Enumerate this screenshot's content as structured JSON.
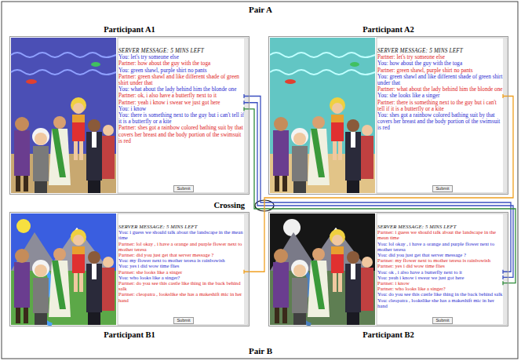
{
  "diagram": {
    "nodes": [
      {
        "text": [
          "Participant A1"
        ]
      },
      {
        "text": [
          "SERVER MESSAGE: 5 MINS LEFT"
        ],
        "in": 0
      },
      {
        "text": [
          "You: let's try someone else"
        ],
        "in": 0
      },
      {
        "text": [
          "Partner: how about the guy with the toga"
        ],
        "in": 0
      },
      {
        "text": [
          "You: green shawl, purple shirt no pants"
        ],
        "in": 0
      },
      {
        "text": [
          "Partner: green shawl and like different shade of green shirt under that"
        ],
        "in": 0
      },
      {
        "text": [
          "You: what about the lady behind him the blonde one"
        ],
        "in": 0
      },
      {
        "text": [
          "Partner: ok, i also have a butterfly next to it"
        ],
        "in": 0
      },
      {
        "text": [
          "Partner: yeah i know i swear we just got here"
        ],
        "in": 0
      },
      {
        "text": [
          "You: i know"
        ],
        "in": 0
      },
      {
        "text": [
          "You: there is something next to the guy but i can't tell if it is a butterfly or a kite"
        ],
        "in": 0
      },
      {
        "text": [
          "Partner: shes got a rainbow colored bathing suit by that covers her breast and the body portion of the swimsuit is red"
        ],
        "in": 0
      },
      {
        "text": [
          "Submit"
        ],
        "in": 0
      },
      {
        "text": [
          "Participant A2"
        ]
      },
      {
        "text": [
          "SERVER MESSAGE: 5 MINS LEFT"
        ],
        "in": 13
      },
      {
        "text": [
          "Partner: let's try someone else"
        ],
        "in": 13
      },
      {
        "text": [
          "You: how about the guy with the toga"
        ],
        "in": 13
      },
      {
        "text": [
          "Partner: green shawl, purple shirt no pants"
        ],
        "in": 13
      },
      {
        "text": [
          "You: green shawl and like different shade of green shirt under that"
        ],
        "in": 13
      },
      {
        "text": [
          "Partner: what about the lady behind him the blonde one"
        ],
        "in": 13
      },
      {
        "text": [
          "You: she looks like a singer"
        ],
        "in": 13
      },
      {
        "text": [
          "Partner: there is something next to the guy but i can't tell if it is a butterfly or a kite"
        ],
        "in": 13
      },
      {
        "text": [
          "You: shes got a rainbow colored bathing suit by that covers her breast and the body portion of the swimsuit is red"
        ],
        "in": 13
      },
      {
        "text": [
          "Submit"
        ],
        "in": 13
      },
      {
        "text": [
          "Participant B1"
        ]
      },
      {
        "text": [
          "SERVER MESSAGE: 5 MINS LEFT"
        ],
        "in": 24
      },
      {
        "text": [
          "You: i guess we should talk about the landscape in the mean time"
        ],
        "in": 24
      },
      {
        "text": [
          "Partner: lol okay , i have a orange and purple flower next to mother teresa"
        ],
        "in": 24
      },
      {
        "text": [
          "Partner: did you just get that server message ?"
        ],
        "in": 24
      },
      {
        "text": [
          "You: my flower next to mother teresa is rainbowish"
        ],
        "in": 24
      },
      {
        "text": [
          "You: yes i did wow time flies"
        ],
        "in": 24
      },
      {
        "text": [
          "Partner: she looks like a singer"
        ],
        "in": 24
      },
      {
        "text": [
          "You: who looks like a singer?"
        ],
        "in": 24
      },
      {
        "text": [
          "Partner: do you see this castle like thing in the back behind salk"
        ],
        "in": 24
      },
      {
        "text": [
          "Partner: cleopatra , lookslike she has a makeshift mic in her hand"
        ],
        "in": 24
      },
      {
        "text": [
          "Submit"
        ],
        "in": 24
      },
      {
        "text": [
          "Participant B2"
        ]
      },
      {
        "text": [
          "SERVER MESSAGE: 5 MINS LEFT"
        ],
        "in": 36
      },
      {
        "text": [
          "Partner: i guess we should talk about the landscape in the mean time"
        ],
        "in": 36
      },
      {
        "text": [
          "You: lol okay , i have a orange and purple flower next to mother teresa"
        ],
        "in": 36
      },
      {
        "text": [
          "You: did you just get that server message ?"
        ],
        "in": 36
      },
      {
        "text": [
          "Partner: my flower next to mother teresa is rainbowish"
        ],
        "in": 36
      },
      {
        "text": [
          "Partner: yes i did wow time flies"
        ],
        "in": 36
      },
      {
        "text": [
          "You: ok , i also have a butterfly next to it"
        ],
        "in": 36
      },
      {
        "text": [
          "You: yeah i know i swear we just got here"
        ],
        "in": 36
      },
      {
        "text": [
          "Partner: i know"
        ],
        "in": 36
      },
      {
        "text": [
          "Partner: who looks like a singer?"
        ],
        "in": 36
      },
      {
        "text": [
          "You: do you see this castle like thing in the back behind salk"
        ],
        "in": 36
      },
      {
        "text": [
          "You: cleopatra , lookslike she has a makeshift mic in her hand"
        ],
        "in": 36
      },
      {
        "text": [
          "Submit"
        ],
        "in": 36
      }
    ],
    "edges": [
      {
        "from": 7,
        "to": 43,
        "arrow": "none"
      },
      {
        "from": 8,
        "to": 44,
        "arrow": "none"
      },
      {
        "from": 9,
        "to": 45,
        "arrow": "none"
      },
      {
        "from": 20,
        "to": 31,
        "arrow": "none"
      }
    ],
    "labels": [
      "Pair A",
      "Crossing",
      "Pair B"
    ]
  }
}
